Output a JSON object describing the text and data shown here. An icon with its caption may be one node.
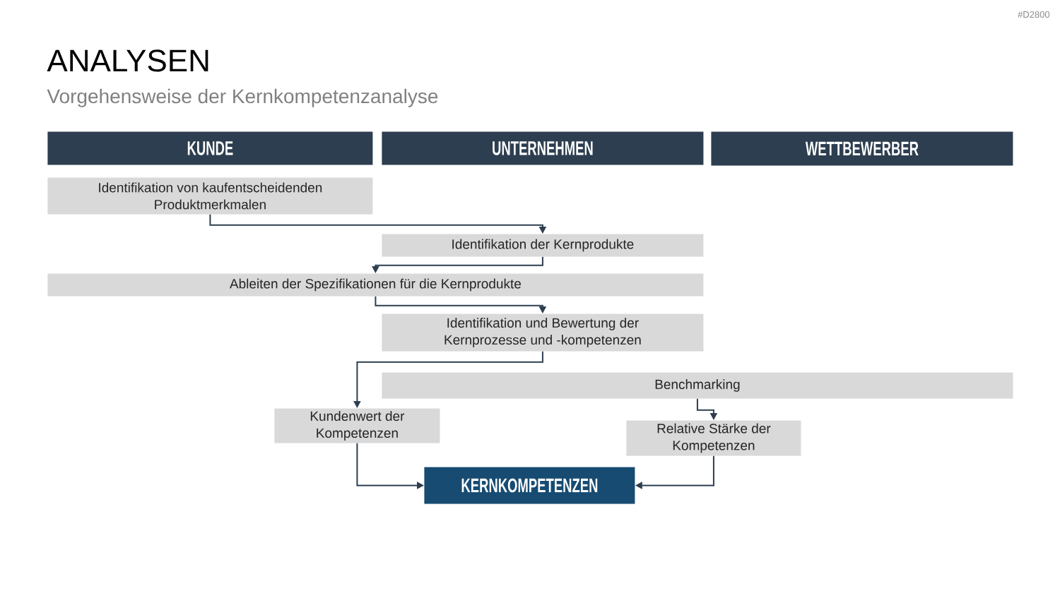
{
  "diagram": {
    "title": "ANALYSEN",
    "nodes": [
      {
        "text": [
          "KUNDE"
        ]
      },
      {
        "text": [
          "UNTERNEHMEN"
        ]
      },
      {
        "text": [
          "WETTBEWERBER"
        ]
      },
      {
        "text": [
          "Identifikation von kaufentscheidenden Produktmerkmalen"
        ]
      },
      {
        "text": [
          "Identifikation der Kernprodukte"
        ]
      },
      {
        "text": [
          "Ableiten der Spezifikationen für die Kernprodukte"
        ]
      },
      {
        "text": [
          "Identifikation und Bewertung der Kernprozesse und -kompetenzen"
        ]
      },
      {
        "text": [
          "Benchmarking"
        ]
      },
      {
        "text": [
          "Kundenwert der Kompetenzen"
        ]
      },
      {
        "text": [
          "Relative Stärke der Kompetenzen"
        ]
      },
      {
        "text": [
          "KERNKOMPETENZEN"
        ]
      }
    ],
    "edges": [
      {
        "from": 3,
        "to": 4,
        "arrow": "to"
      },
      {
        "from": 4,
        "to": 5,
        "arrow": "to"
      },
      {
        "from": 5,
        "to": 6,
        "arrow": "to"
      },
      {
        "from": 6,
        "to": 8,
        "arrow": "to"
      },
      {
        "from": 7,
        "to": 9,
        "arrow": "to"
      },
      {
        "from": 8,
        "to": 10,
        "arrow": "to"
      },
      {
        "from": 9,
        "to": 10,
        "arrow": "to"
      }
    ],
    "labels": [
      "#D2800",
      "Vorgehensweise der Kernkompetenzanalyse"
    ]
  }
}
